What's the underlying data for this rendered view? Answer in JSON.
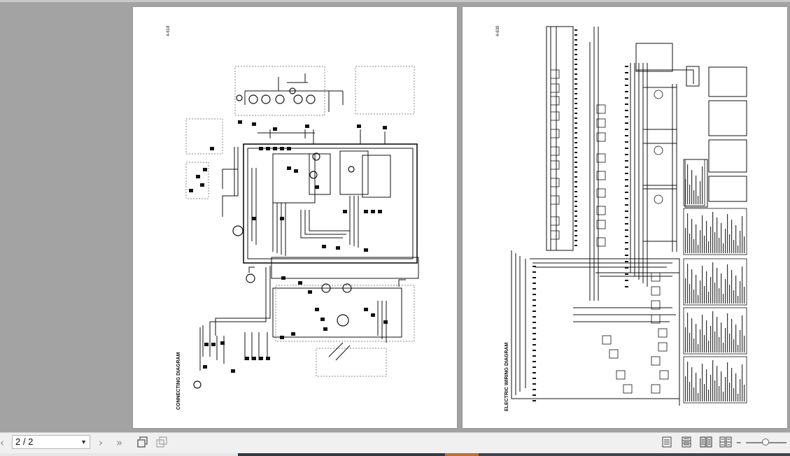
{
  "viewer": {
    "page_indicator": "2 / 2",
    "zoom_minus": "–",
    "view_modes": [
      "single-page-icon",
      "continuous-icon",
      "two-page-icon",
      "two-page-continuous-icon"
    ],
    "active_view_mode": "two-page-icon"
  },
  "pages": {
    "left": {
      "page_number": "4-618",
      "title": "CONNECTING DIAGRAM"
    },
    "right": {
      "page_number": "4-639",
      "title": "ELECTRIC WIRING DIAGRAM"
    }
  },
  "colors": {
    "viewer_bg": "#a3a3a3",
    "page_bg": "#ffffff",
    "line": "#111111",
    "toolbar_bg": "#f0f0f0"
  }
}
